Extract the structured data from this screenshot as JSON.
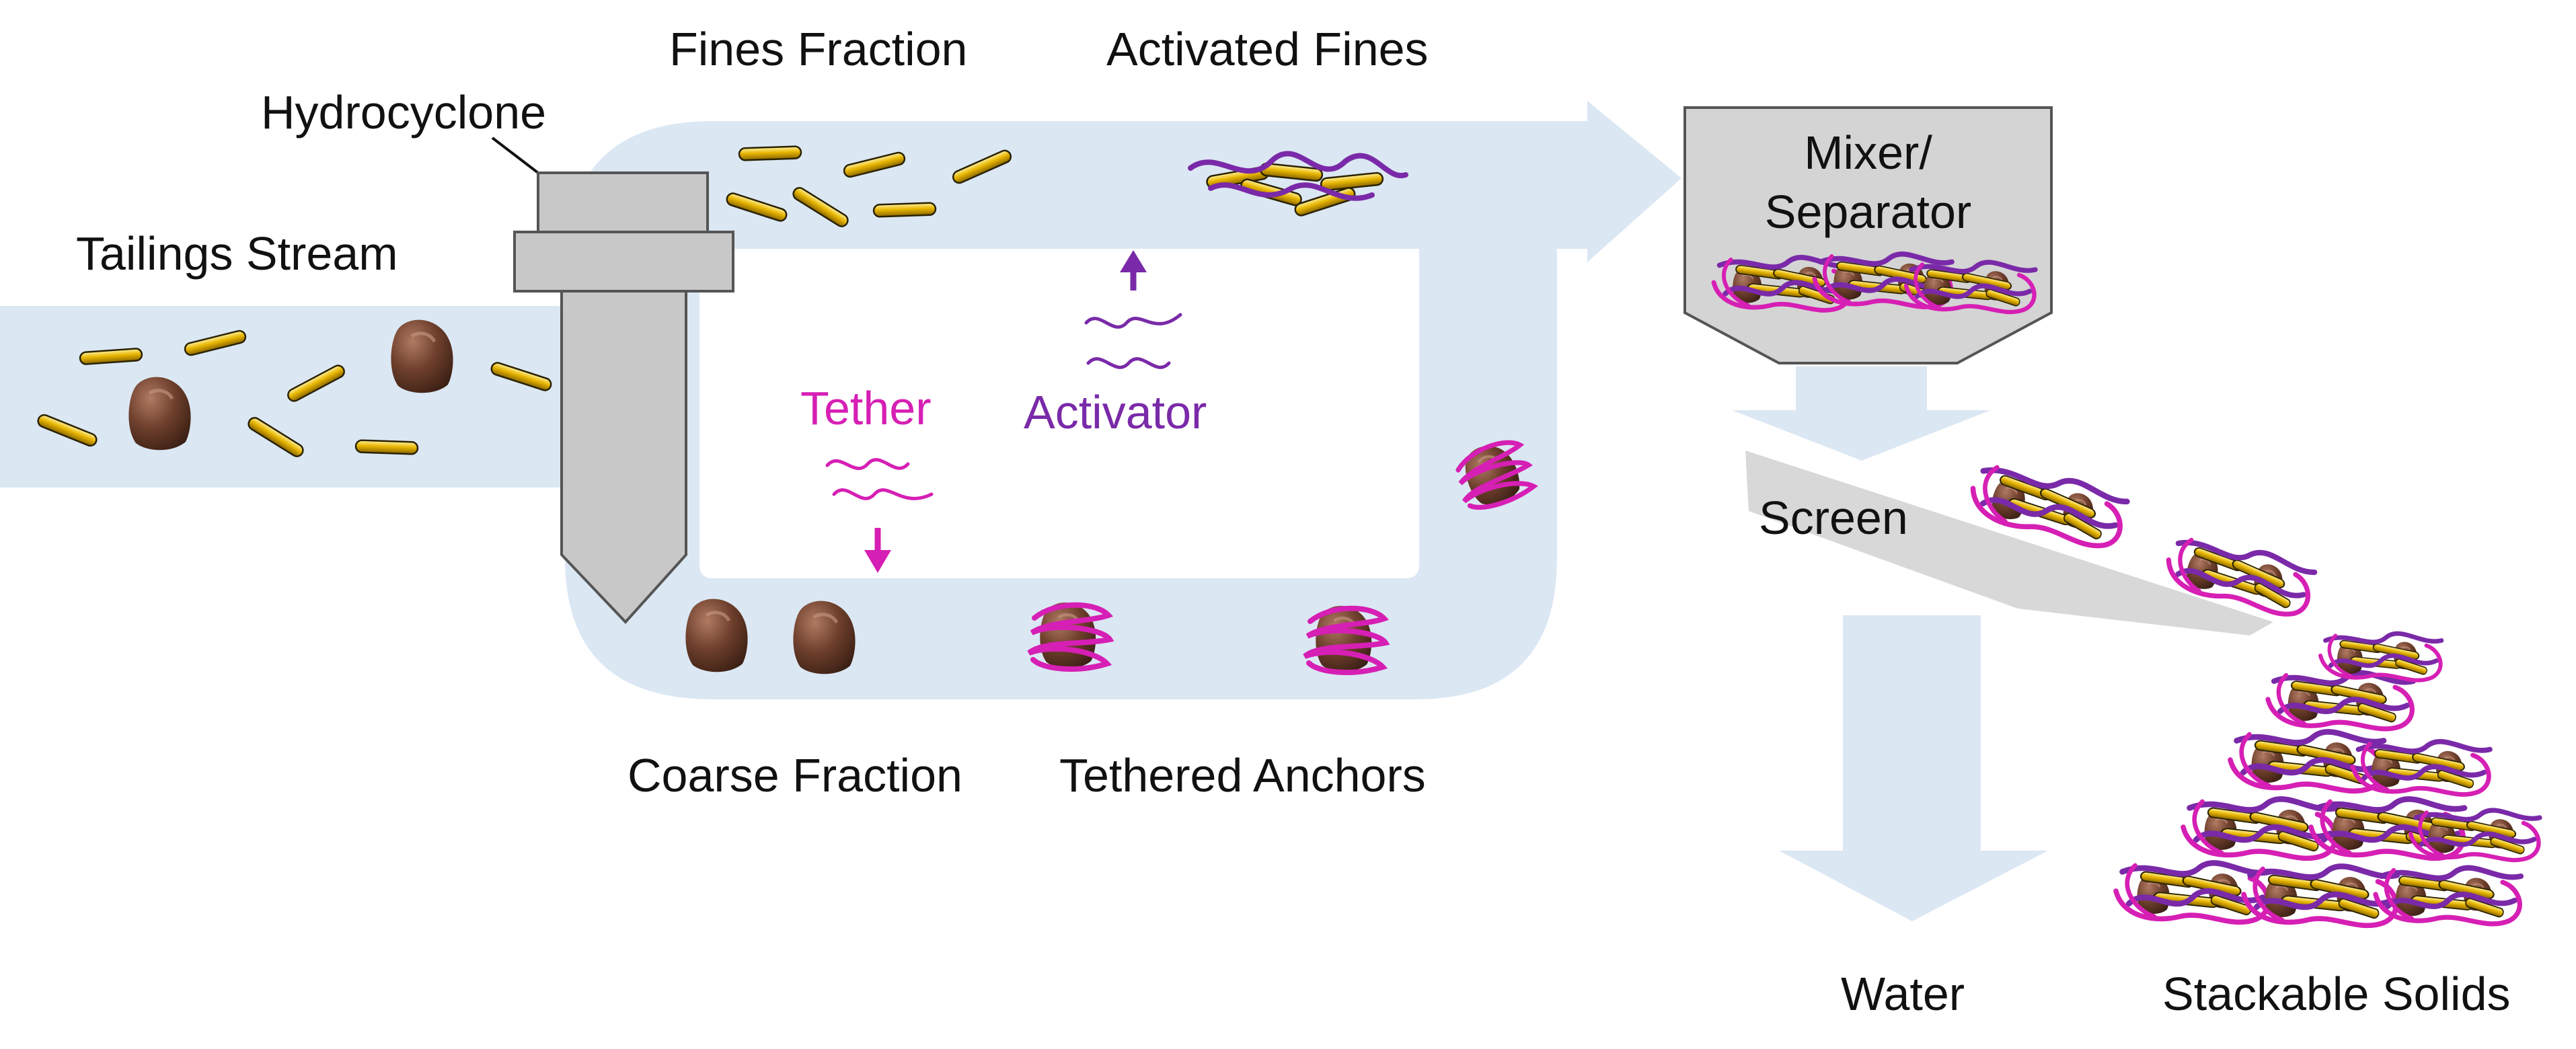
{
  "labels": {
    "tailings_stream": "Tailings Stream",
    "hydrocyclone": "Hydrocyclone",
    "fines_fraction": "Fines Fraction",
    "activated_fines": "Activated Fines",
    "coarse_fraction": "Coarse Fraction",
    "tethered_anchors": "Tethered Anchors",
    "tether": "Tether",
    "activator": "Activator",
    "mixer_line1": "Mixer/",
    "mixer_line2": "Separator",
    "screen": "Screen",
    "water": "Water",
    "stackable_solids": "Stackable Solids"
  },
  "colors": {
    "stream_fill": "#dbe7f3",
    "hydrocyclone_fill": "#c8c8c8",
    "mixer_fill": "#d4d4d4",
    "outline": "#555555",
    "fines_rod": "#e7b400",
    "rock": "#6a3e2b",
    "tether": "#d61fb4",
    "activator": "#7a2aa8"
  }
}
